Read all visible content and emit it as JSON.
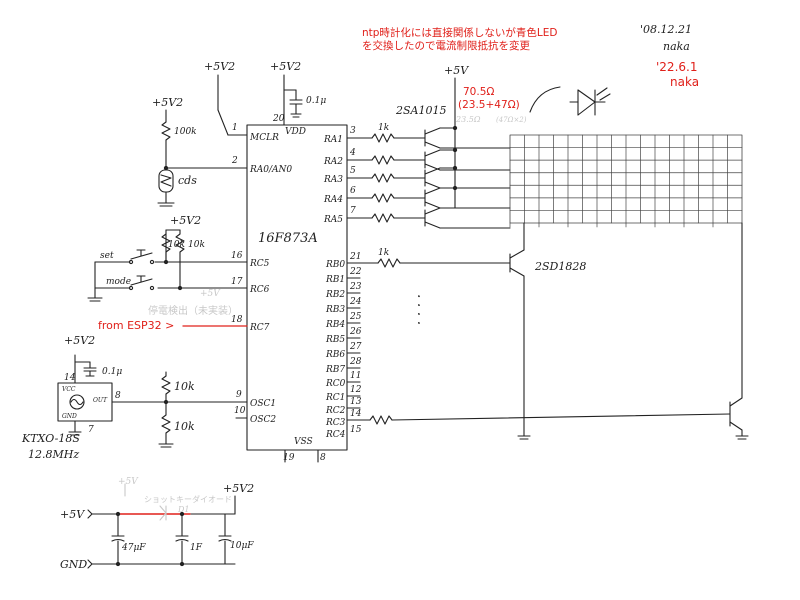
{
  "notes": {
    "top_line1": "ntp時計化には直接関係しないが青色LED",
    "top_line2": "を交換したので電流制限抵抗を変更",
    "date_orig": "'08.12.21",
    "author_orig": "naka",
    "date_new": "'22.6.1",
    "author_new": "naka",
    "resistor_new": "70.5Ω",
    "resistor_new_detail": "(23.5+47Ω)",
    "from_esp32": "from ESP32 >"
  },
  "mcu": {
    "name": "16F873A",
    "vdd": "VDD",
    "vss": "VSS",
    "pins": {
      "mclr": "MCLR",
      "mclr_num": "1",
      "vdd_num": "20",
      "ra0": "RA0/AN0",
      "ra0_num": "2",
      "ra1": "RA1",
      "ra1_num": "3",
      "ra2": "RA2",
      "ra2_num": "4",
      "ra3": "RA3",
      "ra3_num": "5",
      "ra4": "RA4",
      "ra4_num": "6",
      "ra5": "RA5",
      "ra5_num": "7",
      "rc5": "RC5",
      "rc5_num": "16",
      "rc6": "RC6",
      "rc6_num": "17",
      "rc7": "RC7",
      "rc7_num": "18",
      "osc1": "OSC1",
      "osc1_num": "9",
      "osc2": "OSC2",
      "osc2_num": "10",
      "vss1": "19",
      "vss2": "8",
      "rb0": "RB0",
      "rb0_num": "21",
      "rb1": "RB1",
      "rb1_num": "22",
      "rb2": "RB2",
      "rb2_num": "23",
      "rb3": "RB3",
      "rb3_num": "24",
      "rb4": "RB4",
      "rb4_num": "25",
      "rb5": "RB5",
      "rb5_num": "26",
      "rb6": "RB6",
      "rb6_num": "27",
      "rb7": "RB7",
      "rb7_num": "28",
      "rc0": "RC0",
      "rc0_num": "11",
      "rc1": "RC1",
      "rc1_num": "12",
      "rc2": "RC2",
      "rc2_num": "13",
      "rc3": "RC3",
      "rc3_num": "14",
      "rc4": "RC4",
      "rc4_num": "15"
    }
  },
  "left": {
    "vcc_mclr": "+5V2",
    "vcc_vdd": "+5V2",
    "cap_vdd": "0.1μ",
    "vcc_cds": "+5V2",
    "r_cds": "100k",
    "cds": "cds",
    "vcc_sw": "+5V2",
    "r_sw1": "10k",
    "r_sw2": "10k",
    "sw_set": "set",
    "sw_mode": "mode",
    "faded_label": "+5V",
    "faded_text": "停電検出（未実装）",
    "vcc_osc": "+5V2",
    "cap_osc": "0.1μ",
    "osc_vcc": "VCC",
    "osc_out": "OUT",
    "osc_gnd": "GND",
    "osc_pin14": "14",
    "osc_pin8": "8",
    "osc_pin7": "7",
    "osc_name": "KTXO-18S",
    "osc_freq": "12.8MHz",
    "r_osc1": "10k",
    "r_osc2": "10k"
  },
  "right": {
    "vcc_tr": "+5V",
    "tr_pnp": "2SA1015",
    "r_base": "1k",
    "tr_npn": "2SD1828",
    "r_npn": "1k",
    "faded_old1": "23.5Ω",
    "faded_old2": "(47Ω×2)",
    "led_dots": "· · · ·"
  },
  "power": {
    "in_5v": "+5V",
    "out_5v2": "+5V2",
    "faded_5v": "+5V",
    "faded_diode": "ショットキーダイオード",
    "faded_d1": "D1",
    "c1": "47μF",
    "c2": "1F",
    "c3": "10μF",
    "gnd": "GND"
  },
  "colors": {
    "ink": "#222222",
    "red": "#e0201a",
    "faded": "#c8c8c8"
  }
}
